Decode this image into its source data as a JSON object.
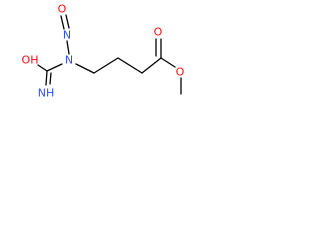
{
  "molecule": {
    "atoms": {
      "nitroso_oxygen": "O",
      "nitroso_nitrogen": "N",
      "amine_nitrogen": "N",
      "hydroxyl": "OH",
      "imine": "NH",
      "carbonyl_oxygen": "O",
      "ester_oxygen": "O"
    },
    "colors": {
      "oxygen": "#ff0d0d",
      "nitrogen": "#3050f8",
      "bond": "#000000"
    }
  }
}
